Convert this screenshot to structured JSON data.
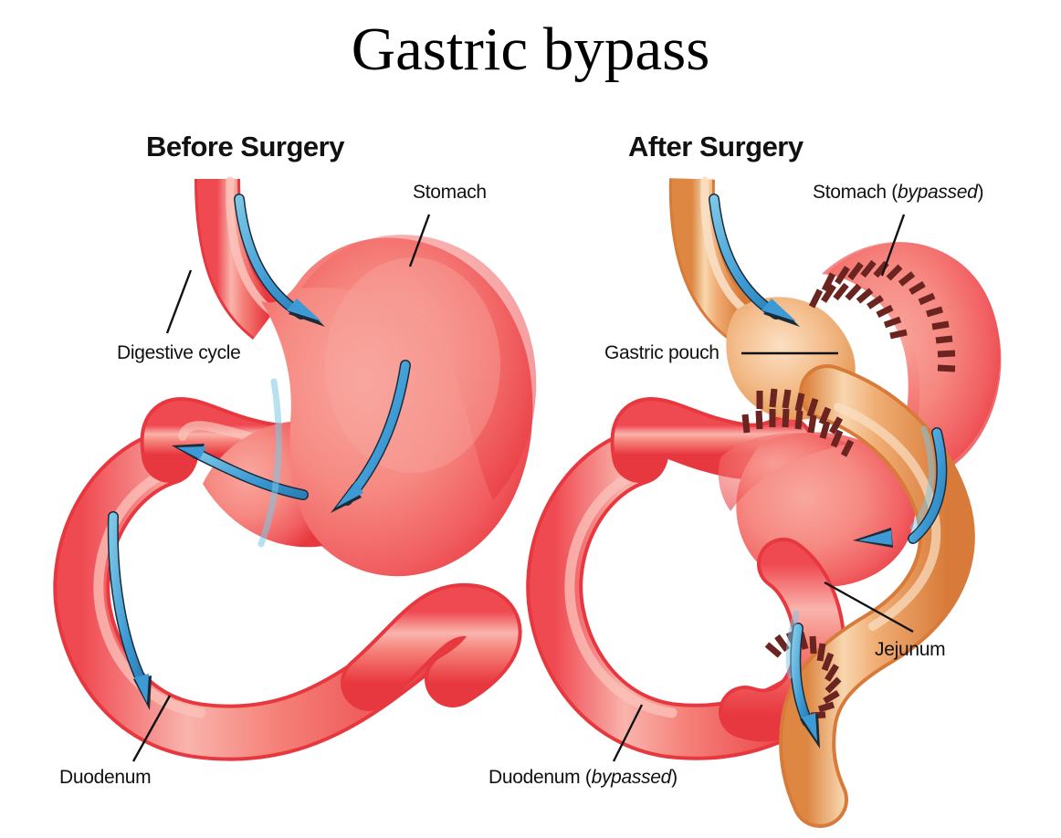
{
  "title": "Gastric bypass",
  "panels": [
    {
      "id": "before",
      "heading": "Before Surgery"
    },
    {
      "id": "after",
      "heading": "After Surgery"
    }
  ],
  "annotations": {
    "before": [
      {
        "name": "stomach",
        "text": "Stomach"
      },
      {
        "name": "digestive-cycle",
        "text": "Digestive cycle"
      },
      {
        "name": "duodenum",
        "text": "Duodenum"
      }
    ],
    "after": [
      {
        "name": "stomach-bypassed",
        "text_plain": "Stomach",
        "text_italic": "bypassed"
      },
      {
        "name": "gastric-pouch",
        "text": "Gastric pouch"
      },
      {
        "name": "jejunum",
        "text": "Jejunum"
      },
      {
        "name": "duodenum-bypassed",
        "text_plain": "Duodenum",
        "text_italic": "bypassed"
      }
    ]
  },
  "labels": {
    "stomach": "Stomach",
    "digestive_cycle": "Digestive cycle",
    "duodenum": "Duodenum",
    "stomach_bypassed_prefix": "Stomach (",
    "stomach_bypassed_italic": "bypassed",
    "stomach_bypassed_suffix": ")",
    "gastric_pouch": "Gastric pouch",
    "jejunum": "Jejunum",
    "duodenum_bypassed_prefix": "Duodenum (",
    "duodenum_bypassed_italic": "bypassed",
    "duodenum_bypassed_suffix": ")"
  },
  "colors": {
    "background": "#ffffff",
    "text": "#111111",
    "title_text": "#000000",
    "organ_red_dark": "#e8383f",
    "organ_red": "#ef4a52",
    "organ_red_light": "#f8a49c",
    "organ_red_highlight": "#fbc3bb",
    "pouch_orange_dark": "#d87b3a",
    "pouch_orange": "#e5944f",
    "pouch_orange_light": "#f6c99d",
    "pouch_orange_highlight": "#fadfc4",
    "flow_arrow_blue": "#3d9ad4",
    "flow_arrow_blue_light": "#6fc0e3",
    "arrow_outline": "#1b2b38",
    "staple_maroon": "#6b2420",
    "leader_line": "#111111"
  },
  "diagram": {
    "type": "medical-illustration",
    "subject": "Roux-en-Y gastric bypass",
    "panel_count": 2,
    "flow_arrow_count_before": 4,
    "flow_arrow_count_after": 4,
    "staple_line_count": 5
  }
}
